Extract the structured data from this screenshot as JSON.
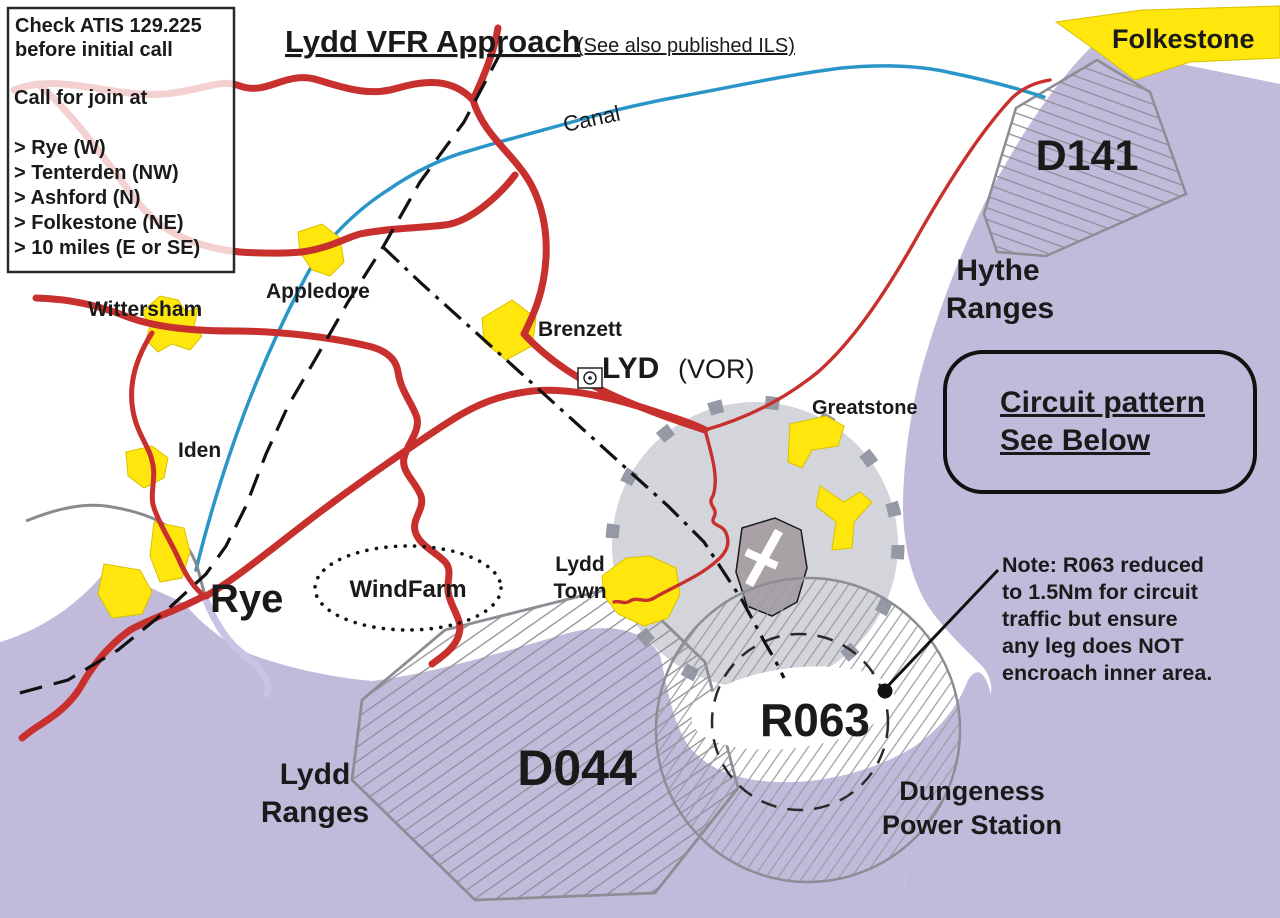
{
  "title": {
    "main": "Lydd VFR Approach",
    "sub": "(See also published ILS)"
  },
  "info_box": {
    "line1": "Check ATIS 129.225",
    "line2": "before initial call",
    "call_heading": "Call for join at",
    "join_points": [
      "> Rye (W)",
      "> Tenterden (NW)",
      "> Ashford (N)",
      "> Folkestone (NE)",
      "> 10 miles (E or SE)"
    ]
  },
  "circuit_box": {
    "line1": "Circuit pattern",
    "line2": "See Below"
  },
  "note": {
    "lines": [
      "Note: R063 reduced",
      "to 1.5Nm for circuit",
      "traffic but ensure",
      "any leg does NOT",
      "encroach inner area."
    ]
  },
  "labels": {
    "canal": "Canal",
    "wittersham": "Wittersham",
    "appledore": "Appledore",
    "brenzett": "Brenzett",
    "iden": "Iden",
    "rye": "Rye",
    "windfarm": "WindFarm",
    "lyd": "LYD",
    "vor": "(VOR)",
    "greatstone": "Greatstone",
    "folkestone": "Folkestone",
    "d141": "D141",
    "hythe_ranges_1": "Hythe",
    "hythe_ranges_2": "Ranges",
    "lydd_town_1": "Lydd",
    "lydd_town_2": "Town",
    "d044": "D044",
    "r063": "R063",
    "lydd_ranges_1": "Lydd",
    "lydd_ranges_2": "Ranges",
    "dungeness_1": "Dungeness",
    "dungeness_2": "Power Station"
  },
  "colors": {
    "sea_purple": "#c1badb",
    "road_red": "#c8302e",
    "town_yellow": "#ffe70d",
    "canal_blue": "#2a96c8",
    "railway_black": "#111111",
    "hatch_gray": "#8f8f97",
    "atz_gray": "rgba(150,156,168,0.42)",
    "river_lavender": "#c9c3e5"
  },
  "icons": {
    "vor_symbol": "vor-compass-rose",
    "airport_symbol": "aerodrome-runways",
    "windfarm_boundary": "dotted-ellipse",
    "inner_area_dot": "reference-point-dot"
  }
}
